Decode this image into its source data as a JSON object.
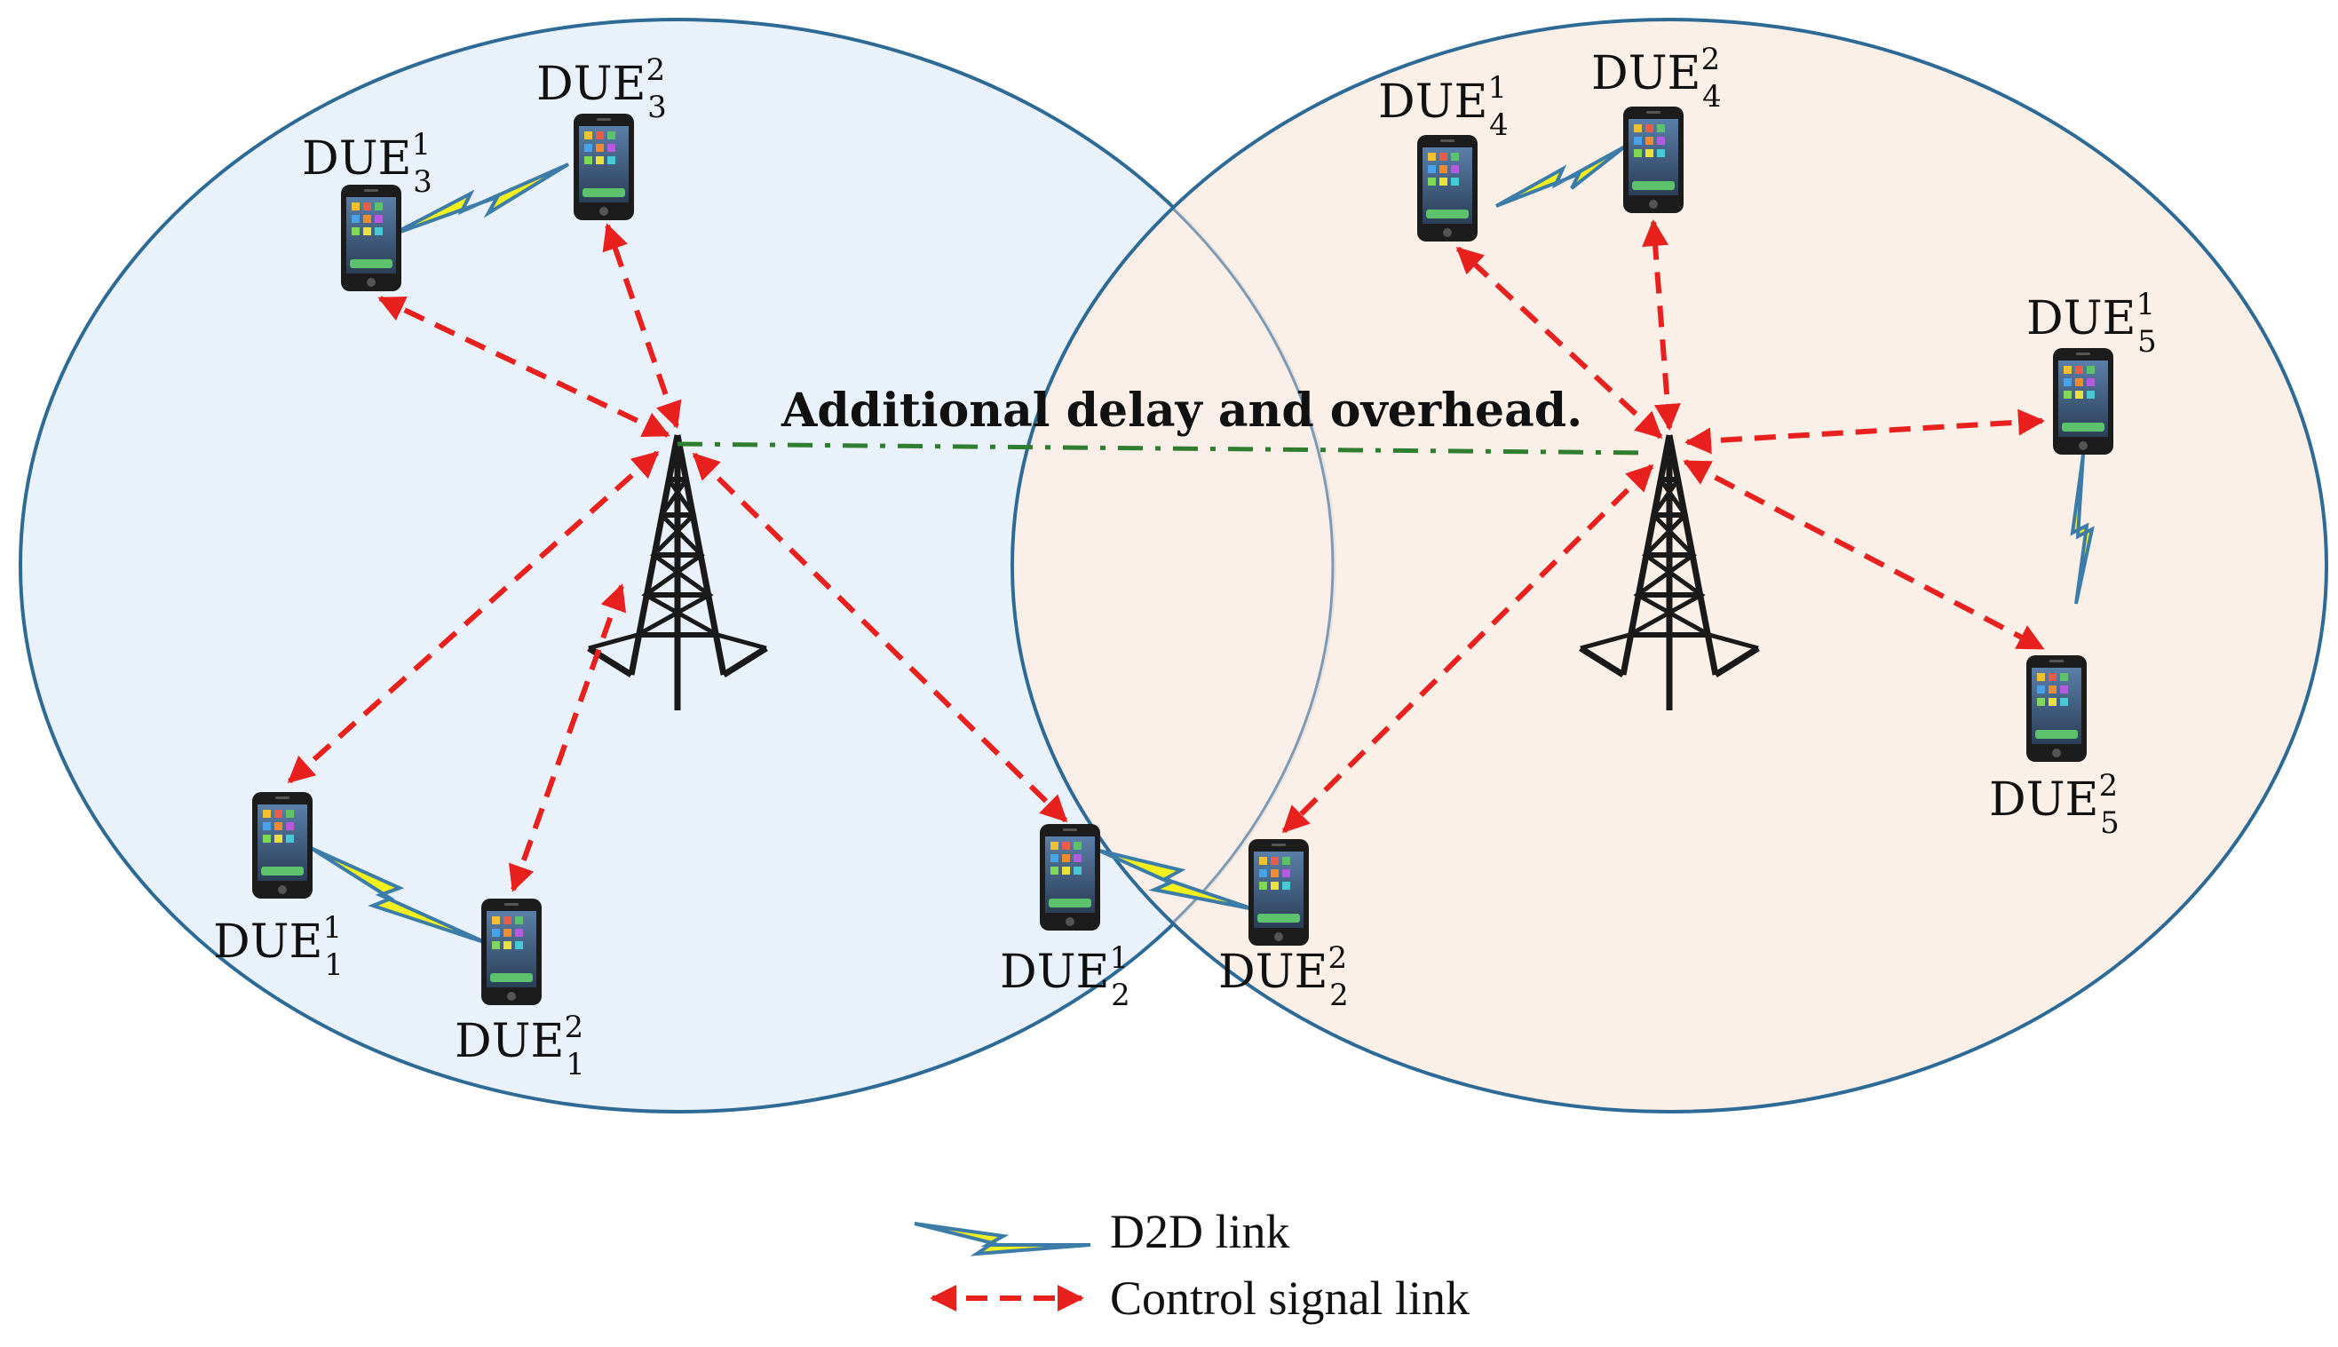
{
  "annotation": "Additional delay and overhead.",
  "colors": {
    "left_cell_fill": "#E9F2FA",
    "right_cell_fill": "#FBEFE6",
    "cell_border": "#2E6A96",
    "control_signal": "#E8201E",
    "inter_bs_link": "#2F7D2F",
    "d2d_bolt_fill": "#F4F01E",
    "d2d_bolt_edge": "#3C7CA8",
    "tower": "#1A1A1A"
  },
  "devices": [
    {
      "id": "due11",
      "base": "DUE",
      "sup": "1",
      "sub": "1"
    },
    {
      "id": "due12",
      "base": "DUE",
      "sup": "2",
      "sub": "1"
    },
    {
      "id": "due21",
      "base": "DUE",
      "sup": "1",
      "sub": "2"
    },
    {
      "id": "due22",
      "base": "DUE",
      "sup": "2",
      "sub": "2"
    },
    {
      "id": "due31",
      "base": "DUE",
      "sup": "1",
      "sub": "3"
    },
    {
      "id": "due32",
      "base": "DUE",
      "sup": "2",
      "sub": "3"
    },
    {
      "id": "due41",
      "base": "DUE",
      "sup": "1",
      "sub": "4"
    },
    {
      "id": "due42",
      "base": "DUE",
      "sup": "2",
      "sub": "4"
    },
    {
      "id": "due51",
      "base": "DUE",
      "sup": "1",
      "sub": "5"
    },
    {
      "id": "due52",
      "base": "DUE",
      "sup": "2",
      "sub": "5"
    }
  ],
  "legend": {
    "d2d_label": "D2D link",
    "control_label": "Control signal link",
    "d2d_icon": "lightning-bolt-icon",
    "control_icon": "double-arrow-dashed-icon"
  },
  "icons": {
    "phone": "smartphone-icon",
    "tower": "cell-tower-icon"
  }
}
